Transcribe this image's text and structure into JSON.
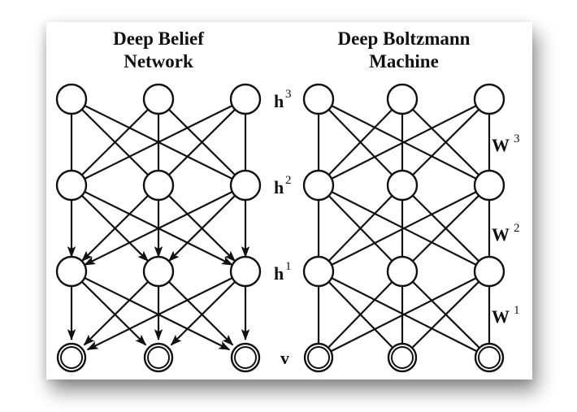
{
  "panels": [
    {
      "id": "dbn",
      "title_lines": [
        "Deep Belief",
        "Network"
      ],
      "directed": true,
      "layers": [
        {
          "name": "h3",
          "units": 3,
          "visible": false
        },
        {
          "name": "h2",
          "units": 3,
          "visible": false
        },
        {
          "name": "h1",
          "units": 3,
          "visible": false
        },
        {
          "name": "v",
          "units": 3,
          "visible": true
        }
      ],
      "connections": [
        {
          "from": "h3",
          "to": "h2",
          "type": "undirected"
        },
        {
          "from": "h2",
          "to": "h1",
          "type": "directed-down"
        },
        {
          "from": "h1",
          "to": "v",
          "type": "directed-down"
        }
      ]
    },
    {
      "id": "dbm",
      "title_lines": [
        "Deep Boltzmann",
        "Machine"
      ],
      "directed": false,
      "layers": [
        {
          "name": "h3",
          "units": 3,
          "visible": false
        },
        {
          "name": "h2",
          "units": 3,
          "visible": false
        },
        {
          "name": "h1",
          "units": 3,
          "visible": false
        },
        {
          "name": "v",
          "units": 3,
          "visible": true
        }
      ],
      "connections": [
        {
          "from": "h3",
          "to": "h2",
          "type": "undirected"
        },
        {
          "from": "h2",
          "to": "h1",
          "type": "undirected"
        },
        {
          "from": "h1",
          "to": "v",
          "type": "undirected"
        }
      ]
    }
  ],
  "layer_labels": [
    {
      "base": "h",
      "sup": "3"
    },
    {
      "base": "h",
      "sup": "2"
    },
    {
      "base": "h",
      "sup": "1"
    },
    {
      "base": "v",
      "sup": ""
    }
  ],
  "weight_labels": [
    {
      "base": "W",
      "sup": "3"
    },
    {
      "base": "W",
      "sup": "2"
    },
    {
      "base": "W",
      "sup": "1"
    }
  ],
  "colors": {
    "stroke": "#111111",
    "fill": "#ffffff"
  }
}
